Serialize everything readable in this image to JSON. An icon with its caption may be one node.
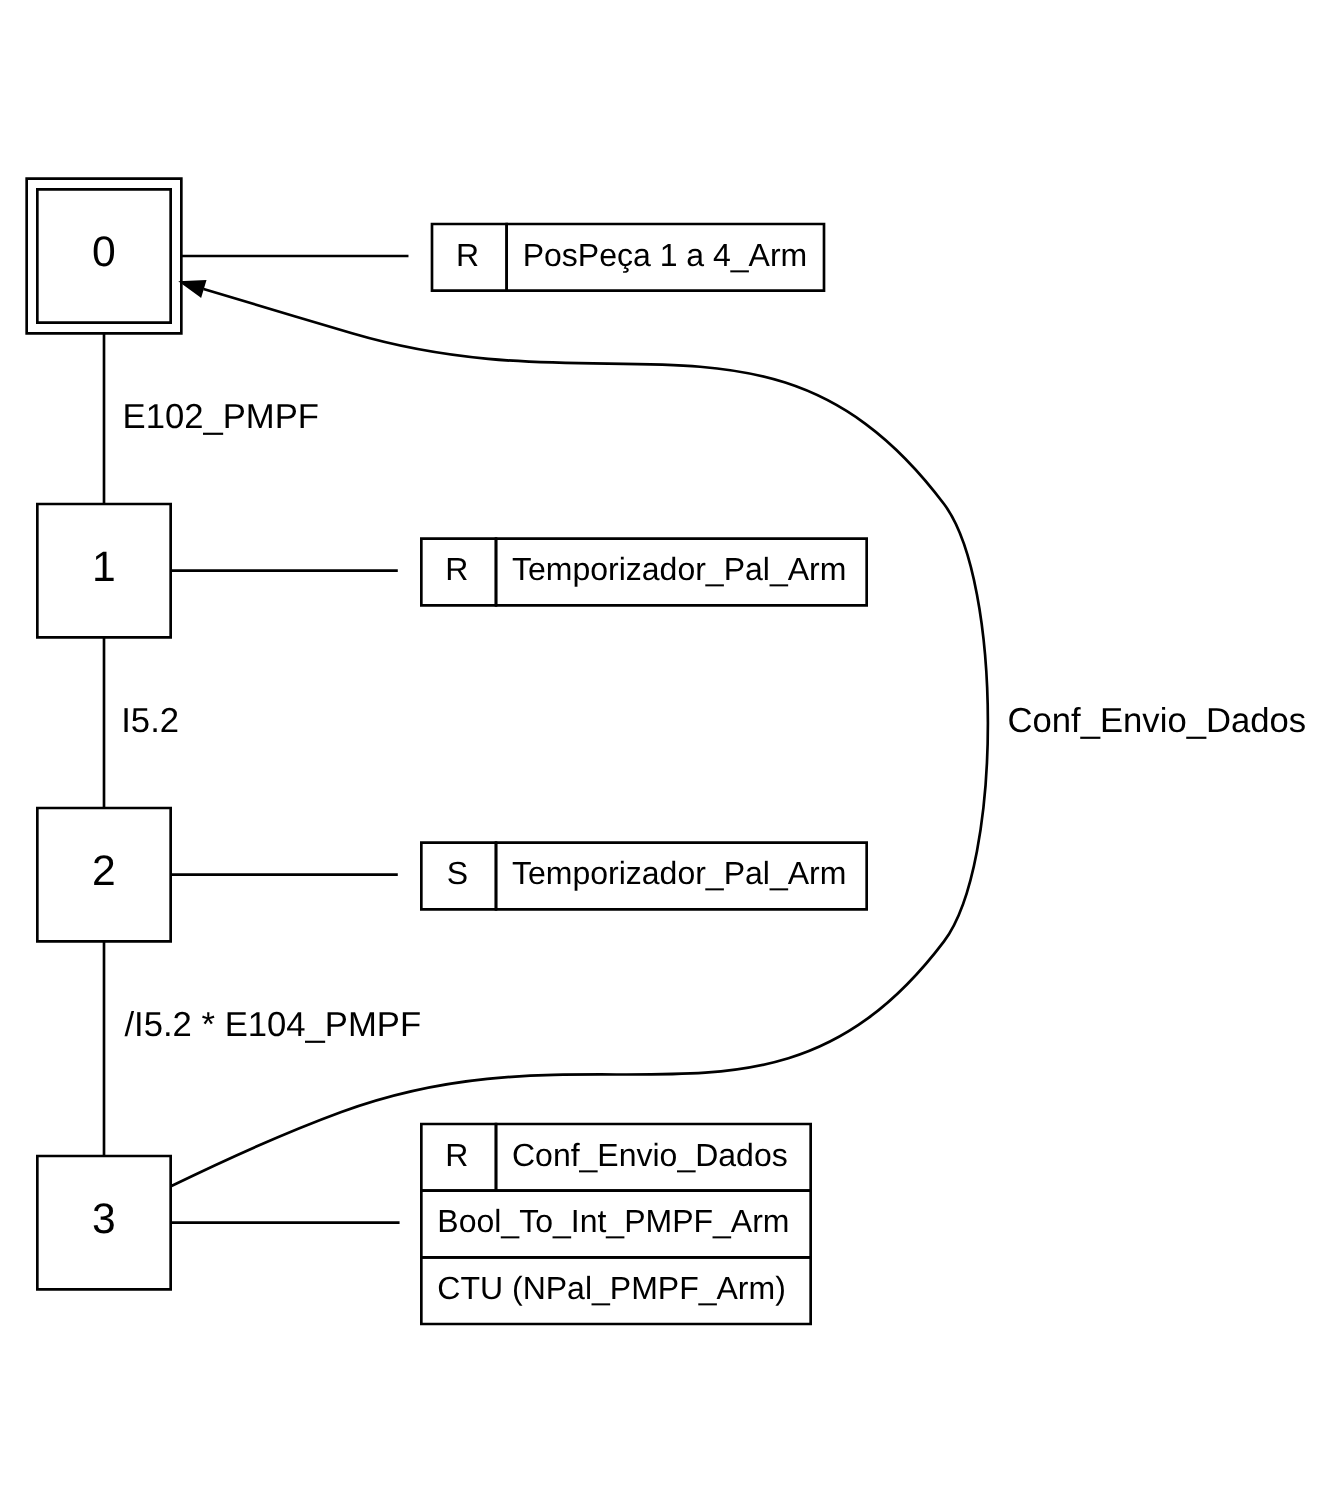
{
  "diagram": {
    "nodes": [
      {
        "text": [
          "0"
        ]
      },
      {
        "text": [
          "R",
          "PosPeça 1 a 4_Arm"
        ]
      },
      {
        "text": [
          "1"
        ]
      },
      {
        "text": [
          "R",
          "Temporizador_Pal_Arm"
        ]
      },
      {
        "text": [
          "2"
        ]
      },
      {
        "text": [
          "S",
          "Temporizador_Pal_Arm"
        ]
      },
      {
        "text": [
          "3"
        ]
      },
      {
        "text": [
          "R",
          "Conf_Envio_Dados",
          "Bool_To_Int_PMPF_Arm",
          "CTU (NPal_PMPF_Arm)"
        ]
      }
    ],
    "edges": [
      {
        "from": 0,
        "to": 2,
        "arrow": "none",
        "label": "E102_PMPF"
      },
      {
        "from": 2,
        "to": 4,
        "arrow": "none",
        "label": "I5.2"
      },
      {
        "from": 4,
        "to": 6,
        "arrow": "none",
        "label": "/I5.2 * E104_PMPF"
      },
      {
        "from": 6,
        "to": 0,
        "arrow": "to",
        "label": "Conf_Envio_Dados"
      },
      {
        "from": 0,
        "to": 1,
        "arrow": "none"
      },
      {
        "from": 2,
        "to": 3,
        "arrow": "none"
      },
      {
        "from": 4,
        "to": 5,
        "arrow": "none"
      },
      {
        "from": 6,
        "to": 7,
        "arrow": "none"
      }
    ]
  }
}
